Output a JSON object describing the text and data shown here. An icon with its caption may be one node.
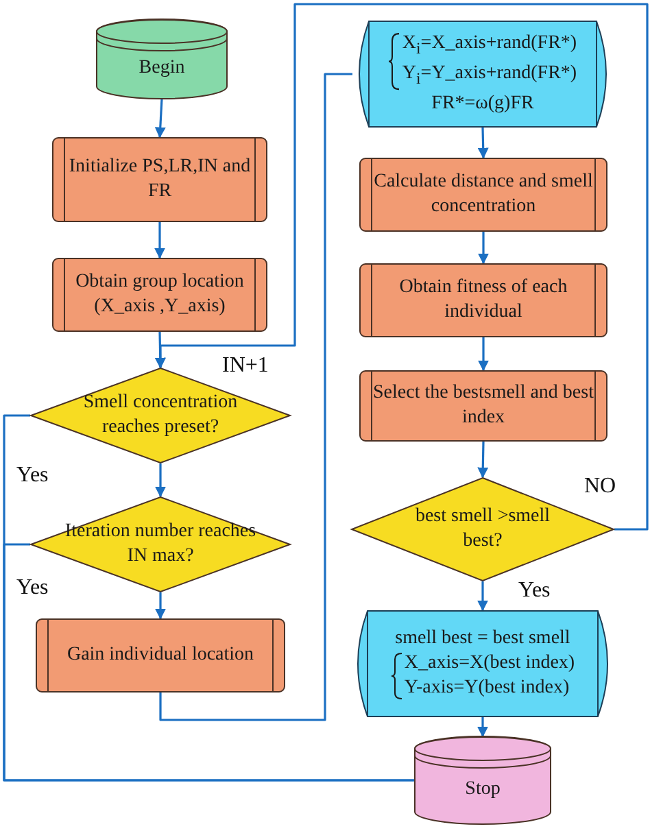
{
  "diagram": {
    "nodes": [
      {
        "text": [
          "Begin"
        ]
      },
      {
        "text": [
          "Initialize PS,LR,IN and FR"
        ]
      },
      {
        "text": [
          "Obtain group location (X_axis ,Y_axis)"
        ]
      },
      {
        "text": [
          "Smell concentration reaches preset?"
        ]
      },
      {
        "text": [
          "Iteration number reaches IN max?"
        ]
      },
      {
        "text": [
          "Gain individual location"
        ]
      },
      {
        "text": [
          "X$_{i}$=X_axis+rand(FR*)",
          "Y$_{i}$=Y_axis+rand(FR*)",
          "FR*=ω(g)FR"
        ]
      },
      {
        "text": [
          "Calculate distance and smell concentration"
        ]
      },
      {
        "text": [
          "Obtain fitness of each individual"
        ]
      },
      {
        "text": [
          "Select the bestsmell and best index"
        ]
      },
      {
        "text": [
          "best smell >smell best?"
        ]
      },
      {
        "text": [
          "smell best = best smell",
          "X_axis=X(best index)",
          "Y-axis=Y(best index)"
        ]
      },
      {
        "text": [
          "Stop"
        ]
      }
    ],
    "edges": [
      {
        "from": 0,
        "to": 1,
        "arrow": "to"
      },
      {
        "from": 1,
        "to": 2,
        "arrow": "to"
      },
      {
        "from": 2,
        "to": 3,
        "arrow": "to"
      },
      {
        "from": 3,
        "to": 4,
        "arrow": "to"
      },
      {
        "from": 4,
        "to": 5,
        "arrow": "to"
      },
      {
        "from": 3,
        "to": 12,
        "arrow": "none",
        "label": "Yes"
      },
      {
        "from": 4,
        "to": 12,
        "arrow": "none",
        "label": "Yes"
      },
      {
        "from": 5,
        "to": 6,
        "arrow": "none"
      },
      {
        "from": 6,
        "to": 7,
        "arrow": "to"
      },
      {
        "from": 7,
        "to": 8,
        "arrow": "to"
      },
      {
        "from": 8,
        "to": 9,
        "arrow": "to"
      },
      {
        "from": 9,
        "to": 10,
        "arrow": "to"
      },
      {
        "from": 10,
        "to": 11,
        "arrow": "to",
        "label": "Yes"
      },
      {
        "from": 11,
        "to": 12,
        "arrow": "to"
      },
      {
        "from": 10,
        "to": 3,
        "arrow": "to",
        "label": "NO"
      }
    ],
    "labels": [
      "IN+1"
    ]
  }
}
